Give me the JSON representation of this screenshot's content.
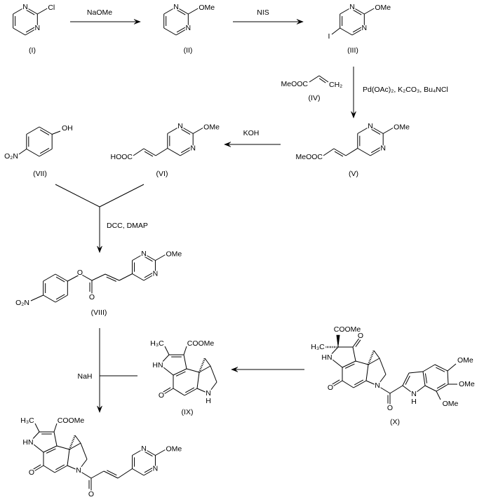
{
  "reagents": {
    "step1": "NaOMe",
    "step2": "NIS",
    "step3": "Pd(OAc)₂, K₂CO₃, Bu₄NCl",
    "step4": "KOH",
    "step5": "DCC, DMAP",
    "step6": "NaH"
  },
  "compounds": {
    "I": {
      "id": "(I)",
      "n1": "N",
      "n3": "N",
      "sub": "Cl"
    },
    "II": {
      "id": "(II)",
      "n1": "N",
      "n3": "N",
      "sub": "OMe"
    },
    "III": {
      "id": "(III)",
      "n1": "N",
      "n3": "N",
      "sub": "OMe",
      "halogen": "I"
    },
    "IV": {
      "id": "(IV)",
      "ester": "MeOOC",
      "terminal": "CH₂"
    },
    "V": {
      "id": "(V)",
      "n1": "N",
      "n3": "N",
      "sub": "OMe",
      "ester": "MeOOC"
    },
    "VI": {
      "id": "(VI)",
      "n1": "N",
      "n3": "N",
      "sub": "OMe",
      "acid": "HOOC"
    },
    "VII": {
      "id": "(VII)",
      "oh": "OH",
      "nitro": "O₂N"
    },
    "VIII": {
      "id": "(VIII)",
      "n1": "N",
      "n3": "N",
      "sub": "OMe",
      "ester_o": "O",
      "carbonyl_o": "O",
      "nitro": "O₂N"
    },
    "IX": {
      "id": "(IX)",
      "methyl": "H₃C",
      "ester": "COOMe",
      "nh": "HN",
      "ketone_o": "O",
      "amine_n": "N",
      "amine_h": "H"
    },
    "X": {
      "id": "(X)",
      "methyl": "H₃C",
      "ester": "COOMe",
      "nh": "HN",
      "ketone_o": "O",
      "ketone2_o": "O",
      "amide_n": "N",
      "amide_o": "O",
      "indole_n": "N",
      "indole_h": "H",
      "ome1": "OMe",
      "ome2": "OMe",
      "ome3": "OMe"
    },
    "product": {
      "methyl": "H₃C",
      "ester": "COOMe",
      "nh": "HN",
      "ketone_o": "O",
      "amide_n": "N",
      "amide_o": "O",
      "n1": "N",
      "n3": "N",
      "sub": "OMe"
    }
  }
}
